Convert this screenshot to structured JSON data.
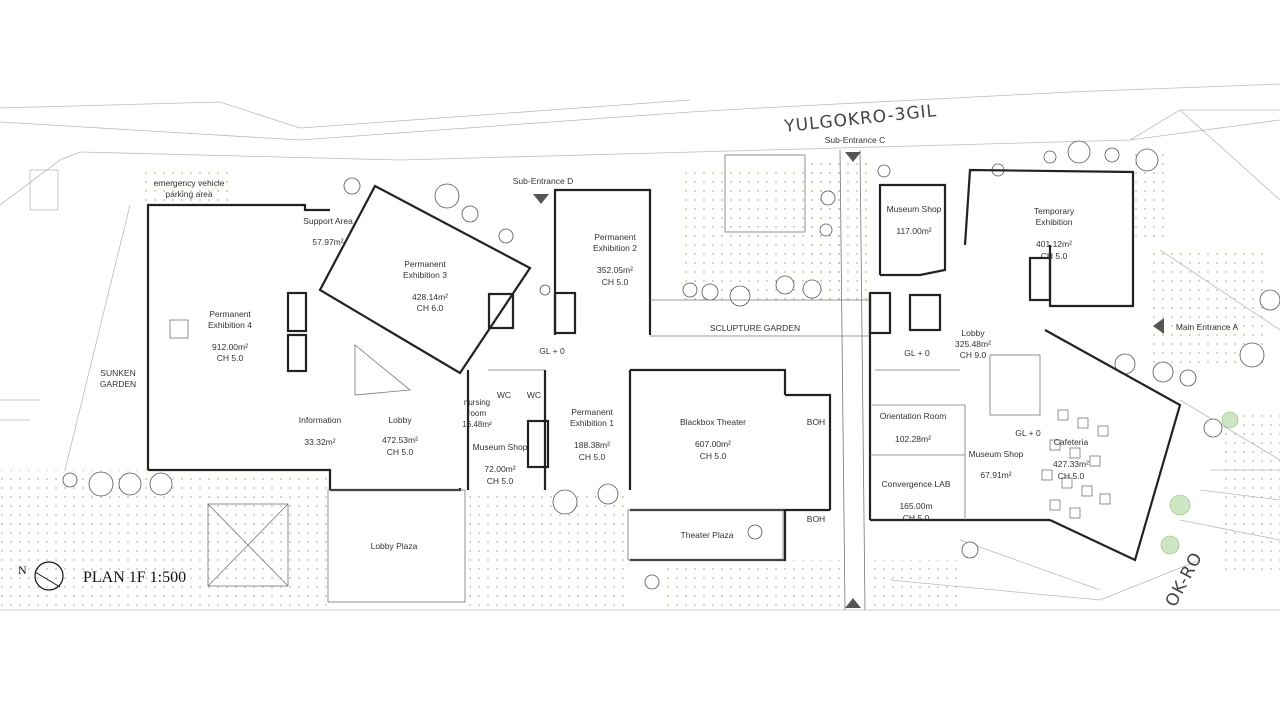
{
  "streets": {
    "north": "YULGOKRO-3GIL",
    "east": "OK-RO"
  },
  "plan_title": "PLAN 1F 1:500",
  "north_arrow_label": "N",
  "entrances": {
    "sub_c": "Sub-Entrance C",
    "sub_d": "Sub-Entrance D",
    "main_a": "Main Entrance A"
  },
  "areas": {
    "emergency_line1": "emergency vehicle",
    "emergency_line2": "parking area",
    "sunken_line1": "SUNKEN",
    "sunken_line2": "GARDEN",
    "sculpture_garden": "SCLUPTURE GARDEN",
    "lobby_plaza": "Lobby Plaza",
    "theater_plaza": "Theater Plaza",
    "gl_0": "GL + 0"
  },
  "rooms": {
    "support": {
      "name": "Support Area",
      "area": "57.97m²"
    },
    "pe3": {
      "name1": "Permanent",
      "name2": "Exhibition 3",
      "area": "428.14m²",
      "ch": "CH 6.0"
    },
    "pe2": {
      "name1": "Permanent",
      "name2": "Exhibition 2",
      "area": "352.05m²",
      "ch": "CH 5.0"
    },
    "pe4": {
      "name1": "Permanent",
      "name2": "Exhibition 4",
      "area": "912.00m²",
      "ch": "CH 5.0"
    },
    "info": {
      "name": "Information",
      "area": "33.32m²"
    },
    "lobby_w": {
      "name": "Lobby",
      "area": "472.53m²",
      "ch": "CH 5.0"
    },
    "nursing": {
      "name1": "nursing",
      "name2": "room",
      "area": "16.48m²"
    },
    "wc1": "WC",
    "wc2": "WC",
    "shop_w": {
      "name": "Museum Shop",
      "area": "72.00m²",
      "ch": "CH 5.0"
    },
    "pe1": {
      "name1": "Permanent",
      "name2": "Exhibition 1",
      "area": "188.38m²",
      "ch": "CH 5.0"
    },
    "blackbox": {
      "name": "Blackbox Theater",
      "area": "607.00m²",
      "ch": "CH 5.0"
    },
    "boh1": "BOH",
    "boh2": "BOH",
    "shop_n": {
      "name": "Museum Shop",
      "area": "117.00m²"
    },
    "temp": {
      "name1": "Temporary",
      "name2": "Exhibition",
      "area": "401.12m²",
      "ch": "CH 5.0"
    },
    "lobby_e": {
      "name": "Lobby",
      "area": "325.48m²",
      "ch": "CH 9.0"
    },
    "orientation": {
      "name": "Orientation Room",
      "area": "102.28m²"
    },
    "convergence": {
      "name": "Convergence LAB",
      "area": "165.00m",
      "ch": "CH 5.0"
    },
    "shop_e": {
      "name": "Museum Shop",
      "area": "67.91m²"
    },
    "cafeteria": {
      "name": "Cafeteria",
      "area": "427.33m²",
      "ch": "CH 5.0"
    }
  }
}
